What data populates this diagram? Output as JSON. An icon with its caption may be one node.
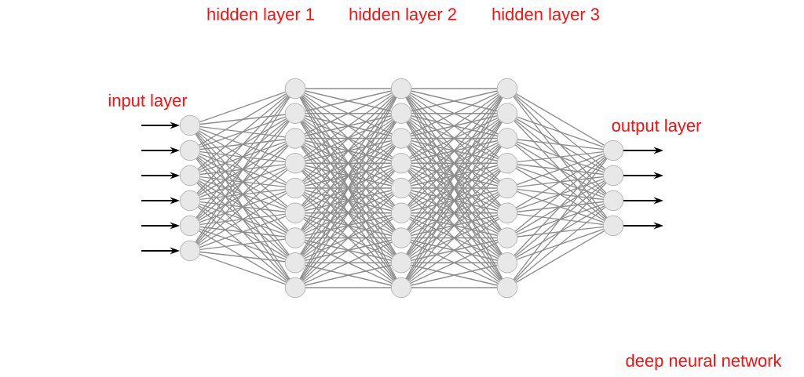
{
  "diagram": {
    "nodes": [
      {
        "text": [],
        "shape": "circle"
      },
      {
        "text": [],
        "shape": "circle"
      },
      {
        "text": [],
        "shape": "circle"
      },
      {
        "text": [],
        "shape": "circle"
      },
      {
        "text": [],
        "shape": "circle"
      },
      {
        "text": [],
        "shape": "circle"
      },
      {
        "text": [],
        "shape": "circle"
      },
      {
        "text": [],
        "shape": "circle"
      },
      {
        "text": [],
        "shape": "circle"
      },
      {
        "text": [],
        "shape": "circle"
      },
      {
        "text": [],
        "shape": "circle"
      },
      {
        "text": [],
        "shape": "circle"
      },
      {
        "text": [],
        "shape": "circle"
      },
      {
        "text": [],
        "shape": "circle"
      },
      {
        "text": [],
        "shape": "circle"
      },
      {
        "text": [],
        "shape": "circle"
      },
      {
        "text": [],
        "shape": "circle"
      },
      {
        "text": [],
        "shape": "circle"
      },
      {
        "text": [],
        "shape": "circle"
      },
      {
        "text": [],
        "shape": "circle"
      },
      {
        "text": [],
        "shape": "circle"
      },
      {
        "text": [],
        "shape": "circle"
      },
      {
        "text": [],
        "shape": "circle"
      },
      {
        "text": [],
        "shape": "circle"
      },
      {
        "text": [],
        "shape": "circle"
      },
      {
        "text": [],
        "shape": "circle"
      },
      {
        "text": [],
        "shape": "circle"
      },
      {
        "text": [],
        "shape": "circle"
      },
      {
        "text": [],
        "shape": "circle"
      },
      {
        "text": [],
        "shape": "circle"
      },
      {
        "text": [],
        "shape": "circle"
      },
      {
        "text": [],
        "shape": "circle"
      },
      {
        "text": [],
        "shape": "circle"
      },
      {
        "text": [],
        "shape": "circle"
      },
      {
        "text": [],
        "shape": "circle"
      },
      {
        "text": [],
        "shape": "circle"
      },
      {
        "text": [],
        "shape": "circle"
      }
    ],
    "edges": [
      {
        "from": null,
        "to": 0,
        "arrow": "to",
        "color": "#000000"
      },
      {
        "from": null,
        "to": 1,
        "arrow": "to",
        "color": "#000000"
      },
      {
        "from": null,
        "to": 2,
        "arrow": "to",
        "color": "#000000"
      },
      {
        "from": null,
        "to": 3,
        "arrow": "to",
        "color": "#000000"
      },
      {
        "from": null,
        "to": 4,
        "arrow": "to",
        "color": "#000000"
      },
      {
        "from": null,
        "to": 5,
        "arrow": "to",
        "color": "#000000"
      },
      {
        "from": 0,
        "to": 6,
        "arrow": "none"
      },
      {
        "from": 0,
        "to": 7,
        "arrow": "none"
      },
      {
        "from": 0,
        "to": 8,
        "arrow": "none"
      },
      {
        "from": 0,
        "to": 9,
        "arrow": "none"
      },
      {
        "from": 0,
        "to": 10,
        "arrow": "none"
      },
      {
        "from": 0,
        "to": 11,
        "arrow": "none"
      },
      {
        "from": 0,
        "to": 12,
        "arrow": "none"
      },
      {
        "from": 0,
        "to": 13,
        "arrow": "none"
      },
      {
        "from": 0,
        "to": 14,
        "arrow": "none"
      },
      {
        "from": 1,
        "to": 6,
        "arrow": "none"
      },
      {
        "from": 1,
        "to": 7,
        "arrow": "none"
      },
      {
        "from": 1,
        "to": 8,
        "arrow": "none"
      },
      {
        "from": 1,
        "to": 9,
        "arrow": "none"
      },
      {
        "from": 1,
        "to": 10,
        "arrow": "none"
      },
      {
        "from": 1,
        "to": 11,
        "arrow": "none"
      },
      {
        "from": 1,
        "to": 12,
        "arrow": "none"
      },
      {
        "from": 1,
        "to": 13,
        "arrow": "none"
      },
      {
        "from": 1,
        "to": 14,
        "arrow": "none"
      },
      {
        "from": 2,
        "to": 6,
        "arrow": "none"
      },
      {
        "from": 2,
        "to": 7,
        "arrow": "none"
      },
      {
        "from": 2,
        "to": 8,
        "arrow": "none"
      },
      {
        "from": 2,
        "to": 9,
        "arrow": "none"
      },
      {
        "from": 2,
        "to": 10,
        "arrow": "none"
      },
      {
        "from": 2,
        "to": 11,
        "arrow": "none"
      },
      {
        "from": 2,
        "to": 12,
        "arrow": "none"
      },
      {
        "from": 2,
        "to": 13,
        "arrow": "none"
      },
      {
        "from": 2,
        "to": 14,
        "arrow": "none"
      },
      {
        "from": 3,
        "to": 6,
        "arrow": "none"
      },
      {
        "from": 3,
        "to": 7,
        "arrow": "none"
      },
      {
        "from": 3,
        "to": 8,
        "arrow": "none"
      },
      {
        "from": 3,
        "to": 9,
        "arrow": "none"
      },
      {
        "from": 3,
        "to": 10,
        "arrow": "none"
      },
      {
        "from": 3,
        "to": 11,
        "arrow": "none"
      },
      {
        "from": 3,
        "to": 12,
        "arrow": "none"
      },
      {
        "from": 3,
        "to": 13,
        "arrow": "none"
      },
      {
        "from": 3,
        "to": 14,
        "arrow": "none"
      },
      {
        "from": 4,
        "to": 6,
        "arrow": "none"
      },
      {
        "from": 4,
        "to": 7,
        "arrow": "none"
      },
      {
        "from": 4,
        "to": 8,
        "arrow": "none"
      },
      {
        "from": 4,
        "to": 9,
        "arrow": "none"
      },
      {
        "from": 4,
        "to": 10,
        "arrow": "none"
      },
      {
        "from": 4,
        "to": 11,
        "arrow": "none"
      },
      {
        "from": 4,
        "to": 12,
        "arrow": "none"
      },
      {
        "from": 4,
        "to": 13,
        "arrow": "none"
      },
      {
        "from": 4,
        "to": 14,
        "arrow": "none"
      },
      {
        "from": 5,
        "to": 6,
        "arrow": "none"
      },
      {
        "from": 5,
        "to": 7,
        "arrow": "none"
      },
      {
        "from": 5,
        "to": 8,
        "arrow": "none"
      },
      {
        "from": 5,
        "to": 9,
        "arrow": "none"
      },
      {
        "from": 5,
        "to": 10,
        "arrow": "none"
      },
      {
        "from": 5,
        "to": 11,
        "arrow": "none"
      },
      {
        "from": 5,
        "to": 12,
        "arrow": "none"
      },
      {
        "from": 5,
        "to": 13,
        "arrow": "none"
      },
      {
        "from": 5,
        "to": 14,
        "arrow": "none"
      },
      {
        "from": 6,
        "to": 15,
        "arrow": "none"
      },
      {
        "from": 6,
        "to": 16,
        "arrow": "none"
      },
      {
        "from": 6,
        "to": 17,
        "arrow": "none"
      },
      {
        "from": 6,
        "to": 18,
        "arrow": "none"
      },
      {
        "from": 6,
        "to": 19,
        "arrow": "none"
      },
      {
        "from": 6,
        "to": 20,
        "arrow": "none"
      },
      {
        "from": 6,
        "to": 21,
        "arrow": "none"
      },
      {
        "from": 6,
        "to": 22,
        "arrow": "none"
      },
      {
        "from": 6,
        "to": 23,
        "arrow": "none"
      },
      {
        "from": 7,
        "to": 15,
        "arrow": "none"
      },
      {
        "from": 7,
        "to": 16,
        "arrow": "none"
      },
      {
        "from": 7,
        "to": 17,
        "arrow": "none"
      },
      {
        "from": 7,
        "to": 18,
        "arrow": "none"
      },
      {
        "from": 7,
        "to": 19,
        "arrow": "none"
      },
      {
        "from": 7,
        "to": 20,
        "arrow": "none"
      },
      {
        "from": 7,
        "to": 21,
        "arrow": "none"
      },
      {
        "from": 7,
        "to": 22,
        "arrow": "none"
      },
      {
        "from": 7,
        "to": 23,
        "arrow": "none"
      },
      {
        "from": 8,
        "to": 15,
        "arrow": "none"
      },
      {
        "from": 8,
        "to": 16,
        "arrow": "none"
      },
      {
        "from": 8,
        "to": 17,
        "arrow": "none"
      },
      {
        "from": 8,
        "to": 18,
        "arrow": "none"
      },
      {
        "from": 8,
        "to": 19,
        "arrow": "none"
      },
      {
        "from": 8,
        "to": 20,
        "arrow": "none"
      },
      {
        "from": 8,
        "to": 21,
        "arrow": "none"
      },
      {
        "from": 8,
        "to": 22,
        "arrow": "none"
      },
      {
        "from": 8,
        "to": 23,
        "arrow": "none"
      },
      {
        "from": 9,
        "to": 15,
        "arrow": "none"
      },
      {
        "from": 9,
        "to": 16,
        "arrow": "none"
      },
      {
        "from": 9,
        "to": 17,
        "arrow": "none"
      },
      {
        "from": 9,
        "to": 18,
        "arrow": "none"
      },
      {
        "from": 9,
        "to": 19,
        "arrow": "none"
      },
      {
        "from": 9,
        "to": 20,
        "arrow": "none"
      },
      {
        "from": 9,
        "to": 21,
        "arrow": "none"
      },
      {
        "from": 9,
        "to": 22,
        "arrow": "none"
      },
      {
        "from": 9,
        "to": 23,
        "arrow": "none"
      },
      {
        "from": 10,
        "to": 15,
        "arrow": "none"
      },
      {
        "from": 10,
        "to": 16,
        "arrow": "none"
      },
      {
        "from": 10,
        "to": 17,
        "arrow": "none"
      },
      {
        "from": 10,
        "to": 18,
        "arrow": "none"
      },
      {
        "from": 10,
        "to": 19,
        "arrow": "none"
      },
      {
        "from": 10,
        "to": 20,
        "arrow": "none"
      },
      {
        "from": 10,
        "to": 21,
        "arrow": "none"
      },
      {
        "from": 10,
        "to": 22,
        "arrow": "none"
      },
      {
        "from": 10,
        "to": 23,
        "arrow": "none"
      },
      {
        "from": 11,
        "to": 15,
        "arrow": "none"
      },
      {
        "from": 11,
        "to": 16,
        "arrow": "none"
      },
      {
        "from": 11,
        "to": 17,
        "arrow": "none"
      },
      {
        "from": 11,
        "to": 18,
        "arrow": "none"
      },
      {
        "from": 11,
        "to": 19,
        "arrow": "none"
      },
      {
        "from": 11,
        "to": 20,
        "arrow": "none"
      },
      {
        "from": 11,
        "to": 21,
        "arrow": "none"
      },
      {
        "from": 11,
        "to": 22,
        "arrow": "none"
      },
      {
        "from": 11,
        "to": 23,
        "arrow": "none"
      },
      {
        "from": 12,
        "to": 15,
        "arrow": "none"
      },
      {
        "from": 12,
        "to": 16,
        "arrow": "none"
      },
      {
        "from": 12,
        "to": 17,
        "arrow": "none"
      },
      {
        "from": 12,
        "to": 18,
        "arrow": "none"
      },
      {
        "from": 12,
        "to": 19,
        "arrow": "none"
      },
      {
        "from": 12,
        "to": 20,
        "arrow": "none"
      },
      {
        "from": 12,
        "to": 21,
        "arrow": "none"
      },
      {
        "from": 12,
        "to": 22,
        "arrow": "none"
      },
      {
        "from": 12,
        "to": 23,
        "arrow": "none"
      },
      {
        "from": 13,
        "to": 15,
        "arrow": "none"
      },
      {
        "from": 13,
        "to": 16,
        "arrow": "none"
      },
      {
        "from": 13,
        "to": 17,
        "arrow": "none"
      },
      {
        "from": 13,
        "to": 18,
        "arrow": "none"
      },
      {
        "from": 13,
        "to": 19,
        "arrow": "none"
      },
      {
        "from": 13,
        "to": 20,
        "arrow": "none"
      },
      {
        "from": 13,
        "to": 21,
        "arrow": "none"
      },
      {
        "from": 13,
        "to": 22,
        "arrow": "none"
      },
      {
        "from": 13,
        "to": 23,
        "arrow": "none"
      },
      {
        "from": 14,
        "to": 15,
        "arrow": "none"
      },
      {
        "from": 14,
        "to": 16,
        "arrow": "none"
      },
      {
        "from": 14,
        "to": 17,
        "arrow": "none"
      },
      {
        "from": 14,
        "to": 18,
        "arrow": "none"
      },
      {
        "from": 14,
        "to": 19,
        "arrow": "none"
      },
      {
        "from": 14,
        "to": 20,
        "arrow": "none"
      },
      {
        "from": 14,
        "to": 21,
        "arrow": "none"
      },
      {
        "from": 14,
        "to": 22,
        "arrow": "none"
      },
      {
        "from": 14,
        "to": 23,
        "arrow": "none"
      },
      {
        "from": 15,
        "to": 24,
        "arrow": "none"
      },
      {
        "from": 15,
        "to": 25,
        "arrow": "none"
      },
      {
        "from": 15,
        "to": 26,
        "arrow": "none"
      },
      {
        "from": 15,
        "to": 27,
        "arrow": "none"
      },
      {
        "from": 15,
        "to": 28,
        "arrow": "none"
      },
      {
        "from": 15,
        "to": 29,
        "arrow": "none"
      },
      {
        "from": 15,
        "to": 30,
        "arrow": "none"
      },
      {
        "from": 15,
        "to": 31,
        "arrow": "none"
      },
      {
        "from": 15,
        "to": 32,
        "arrow": "none"
      },
      {
        "from": 16,
        "to": 24,
        "arrow": "none"
      },
      {
        "from": 16,
        "to": 25,
        "arrow": "none"
      },
      {
        "from": 16,
        "to": 26,
        "arrow": "none"
      },
      {
        "from": 16,
        "to": 27,
        "arrow": "none"
      },
      {
        "from": 16,
        "to": 28,
        "arrow": "none"
      },
      {
        "from": 16,
        "to": 29,
        "arrow": "none"
      },
      {
        "from": 16,
        "to": 30,
        "arrow": "none"
      },
      {
        "from": 16,
        "to": 31,
        "arrow": "none"
      },
      {
        "from": 16,
        "to": 32,
        "arrow": "none"
      },
      {
        "from": 17,
        "to": 24,
        "arrow": "none"
      },
      {
        "from": 17,
        "to": 25,
        "arrow": "none"
      },
      {
        "from": 17,
        "to": 26,
        "arrow": "none"
      },
      {
        "from": 17,
        "to": 27,
        "arrow": "none"
      },
      {
        "from": 17,
        "to": 28,
        "arrow": "none"
      },
      {
        "from": 17,
        "to": 29,
        "arrow": "none"
      },
      {
        "from": 17,
        "to": 30,
        "arrow": "none"
      },
      {
        "from": 17,
        "to": 31,
        "arrow": "none"
      },
      {
        "from": 17,
        "to": 32,
        "arrow": "none"
      },
      {
        "from": 18,
        "to": 24,
        "arrow": "none"
      },
      {
        "from": 18,
        "to": 25,
        "arrow": "none"
      },
      {
        "from": 18,
        "to": 26,
        "arrow": "none"
      },
      {
        "from": 18,
        "to": 27,
        "arrow": "none"
      },
      {
        "from": 18,
        "to": 28,
        "arrow": "none"
      },
      {
        "from": 18,
        "to": 29,
        "arrow": "none"
      },
      {
        "from": 18,
        "to": 30,
        "arrow": "none"
      },
      {
        "from": 18,
        "to": 31,
        "arrow": "none"
      },
      {
        "from": 18,
        "to": 32,
        "arrow": "none"
      },
      {
        "from": 19,
        "to": 24,
        "arrow": "none"
      },
      {
        "from": 19,
        "to": 25,
        "arrow": "none"
      },
      {
        "from": 19,
        "to": 26,
        "arrow": "none"
      },
      {
        "from": 19,
        "to": 27,
        "arrow": "none"
      },
      {
        "from": 19,
        "to": 28,
        "arrow": "none"
      },
      {
        "from": 19,
        "to": 29,
        "arrow": "none"
      },
      {
        "from": 19,
        "to": 30,
        "arrow": "none"
      },
      {
        "from": 19,
        "to": 31,
        "arrow": "none"
      },
      {
        "from": 19,
        "to": 32,
        "arrow": "none"
      },
      {
        "from": 20,
        "to": 24,
        "arrow": "none"
      },
      {
        "from": 20,
        "to": 25,
        "arrow": "none"
      },
      {
        "from": 20,
        "to": 26,
        "arrow": "none"
      },
      {
        "from": 20,
        "to": 27,
        "arrow": "none"
      },
      {
        "from": 20,
        "to": 28,
        "arrow": "none"
      },
      {
        "from": 20,
        "to": 29,
        "arrow": "none"
      },
      {
        "from": 20,
        "to": 30,
        "arrow": "none"
      },
      {
        "from": 20,
        "to": 31,
        "arrow": "none"
      },
      {
        "from": 20,
        "to": 32,
        "arrow": "none"
      },
      {
        "from": 21,
        "to": 24,
        "arrow": "none"
      },
      {
        "from": 21,
        "to": 25,
        "arrow": "none"
      },
      {
        "from": 21,
        "to": 26,
        "arrow": "none"
      },
      {
        "from": 21,
        "to": 27,
        "arrow": "none"
      },
      {
        "from": 21,
        "to": 28,
        "arrow": "none"
      },
      {
        "from": 21,
        "to": 29,
        "arrow": "none"
      },
      {
        "from": 21,
        "to": 30,
        "arrow": "none"
      },
      {
        "from": 21,
        "to": 31,
        "arrow": "none"
      },
      {
        "from": 21,
        "to": 32,
        "arrow": "none"
      },
      {
        "from": 22,
        "to": 24,
        "arrow": "none"
      },
      {
        "from": 22,
        "to": 25,
        "arrow": "none"
      },
      {
        "from": 22,
        "to": 26,
        "arrow": "none"
      },
      {
        "from": 22,
        "to": 27,
        "arrow": "none"
      },
      {
        "from": 22,
        "to": 28,
        "arrow": "none"
      },
      {
        "from": 22,
        "to": 29,
        "arrow": "none"
      },
      {
        "from": 22,
        "to": 30,
        "arrow": "none"
      },
      {
        "from": 22,
        "to": 31,
        "arrow": "none"
      },
      {
        "from": 22,
        "to": 32,
        "arrow": "none"
      },
      {
        "from": 23,
        "to": 24,
        "arrow": "none"
      },
      {
        "from": 23,
        "to": 25,
        "arrow": "none"
      },
      {
        "from": 23,
        "to": 26,
        "arrow": "none"
      },
      {
        "from": 23,
        "to": 27,
        "arrow": "none"
      },
      {
        "from": 23,
        "to": 28,
        "arrow": "none"
      },
      {
        "from": 23,
        "to": 29,
        "arrow": "none"
      },
      {
        "from": 23,
        "to": 30,
        "arrow": "none"
      },
      {
        "from": 23,
        "to": 31,
        "arrow": "none"
      },
      {
        "from": 23,
        "to": 32,
        "arrow": "none"
      },
      {
        "from": 24,
        "to": 33,
        "arrow": "none"
      },
      {
        "from": 24,
        "to": 34,
        "arrow": "none"
      },
      {
        "from": 24,
        "to": 35,
        "arrow": "none"
      },
      {
        "from": 24,
        "to": 36,
        "arrow": "none"
      },
      {
        "from": 25,
        "to": 33,
        "arrow": "none"
      },
      {
        "from": 25,
        "to": 34,
        "arrow": "none"
      },
      {
        "from": 25,
        "to": 35,
        "arrow": "none"
      },
      {
        "from": 25,
        "to": 36,
        "arrow": "none"
      },
      {
        "from": 26,
        "to": 33,
        "arrow": "none"
      },
      {
        "from": 26,
        "to": 34,
        "arrow": "none"
      },
      {
        "from": 26,
        "to": 35,
        "arrow": "none"
      },
      {
        "from": 26,
        "to": 36,
        "arrow": "none"
      },
      {
        "from": 27,
        "to": 33,
        "arrow": "none"
      },
      {
        "from": 27,
        "to": 34,
        "arrow": "none"
      },
      {
        "from": 27,
        "to": 35,
        "arrow": "none"
      },
      {
        "from": 27,
        "to": 36,
        "arrow": "none"
      },
      {
        "from": 28,
        "to": 33,
        "arrow": "none"
      },
      {
        "from": 28,
        "to": 34,
        "arrow": "none"
      },
      {
        "from": 28,
        "to": 35,
        "arrow": "none"
      },
      {
        "from": 28,
        "to": 36,
        "arrow": "none"
      },
      {
        "from": 29,
        "to": 33,
        "arrow": "none"
      },
      {
        "from": 29,
        "to": 34,
        "arrow": "none"
      },
      {
        "from": 29,
        "to": 35,
        "arrow": "none"
      },
      {
        "from": 29,
        "to": 36,
        "arrow": "none"
      },
      {
        "from": 30,
        "to": 33,
        "arrow": "none"
      },
      {
        "from": 30,
        "to": 34,
        "arrow": "none"
      },
      {
        "from": 30,
        "to": 35,
        "arrow": "none"
      },
      {
        "from": 30,
        "to": 36,
        "arrow": "none"
      },
      {
        "from": 31,
        "to": 33,
        "arrow": "none"
      },
      {
        "from": 31,
        "to": 34,
        "arrow": "none"
      },
      {
        "from": 31,
        "to": 35,
        "arrow": "none"
      },
      {
        "from": 31,
        "to": 36,
        "arrow": "none"
      },
      {
        "from": 32,
        "to": 33,
        "arrow": "none"
      },
      {
        "from": 32,
        "to": 34,
        "arrow": "none"
      },
      {
        "from": 32,
        "to": 35,
        "arrow": "none"
      },
      {
        "from": 32,
        "to": 36,
        "arrow": "none"
      },
      {
        "from": 33,
        "to": null,
        "arrow": "to",
        "color": "#000000"
      },
      {
        "from": 34,
        "to": null,
        "arrow": "to",
        "color": "#000000"
      },
      {
        "from": 35,
        "to": null,
        "arrow": "to",
        "color": "#000000"
      },
      {
        "from": 36,
        "to": null,
        "arrow": "to",
        "color": "#000000"
      }
    ],
    "labels": [
      "hidden layer 1",
      "hidden layer 2",
      "hidden layer 3",
      "input layer",
      "output layer",
      "deep neural network"
    ]
  }
}
